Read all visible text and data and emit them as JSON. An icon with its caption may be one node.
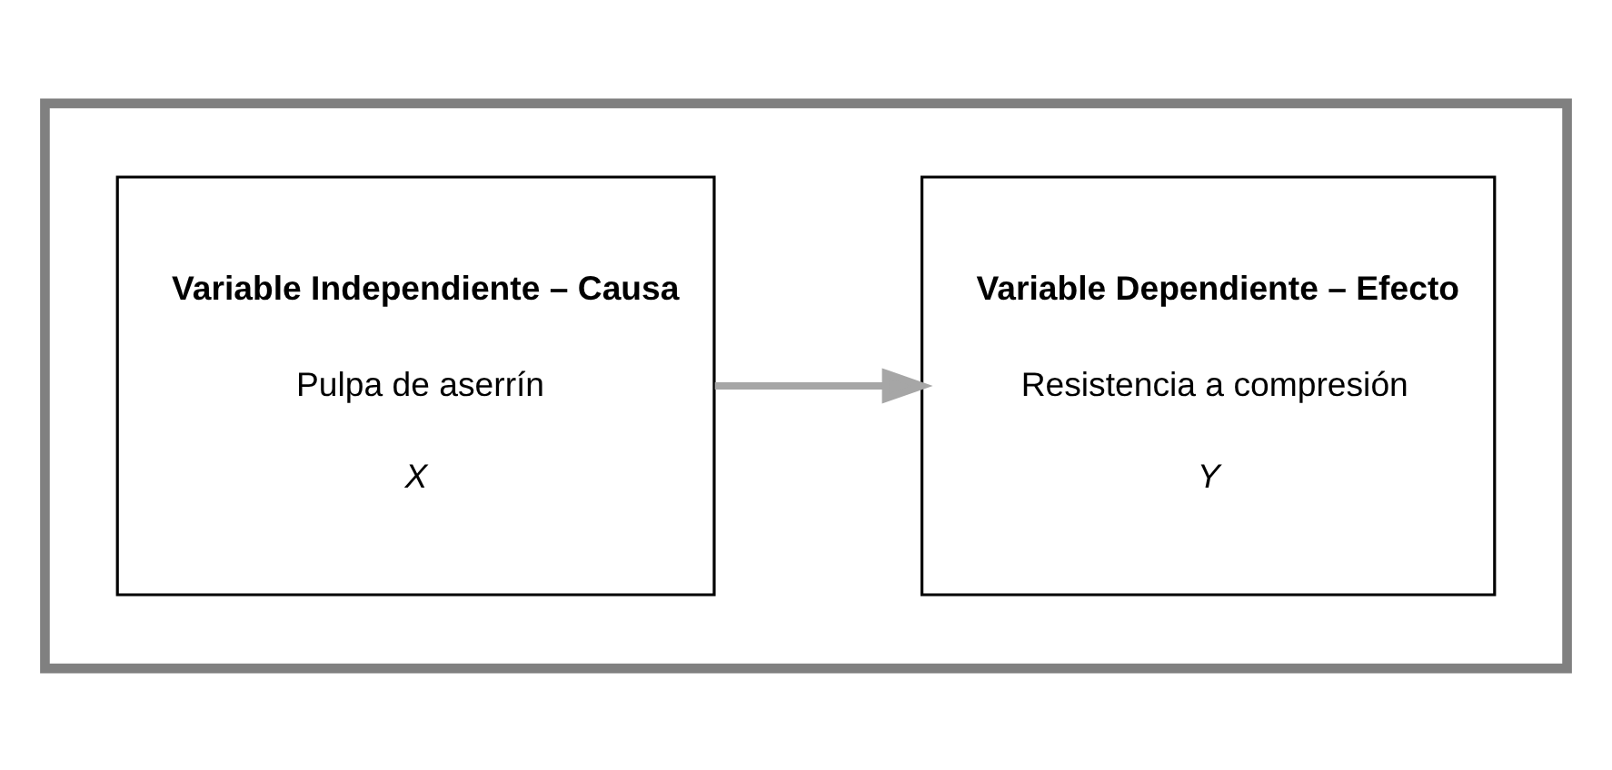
{
  "diagram": {
    "nodes": [
      {
        "text": [],
        "shape": "box"
      },
      {
        "text": [
          "Variable Independiente – Causa",
          "Pulpa de aserrín",
          "X"
        ],
        "in": 0
      },
      {
        "text": [
          "Variable Dependiente – Efecto",
          "Resistencia a compresión",
          "Y"
        ],
        "in": 0
      }
    ],
    "edges": [
      {
        "from": 1,
        "to": 2,
        "arrow": "to",
        "color": "#a6a6a6"
      }
    ]
  }
}
